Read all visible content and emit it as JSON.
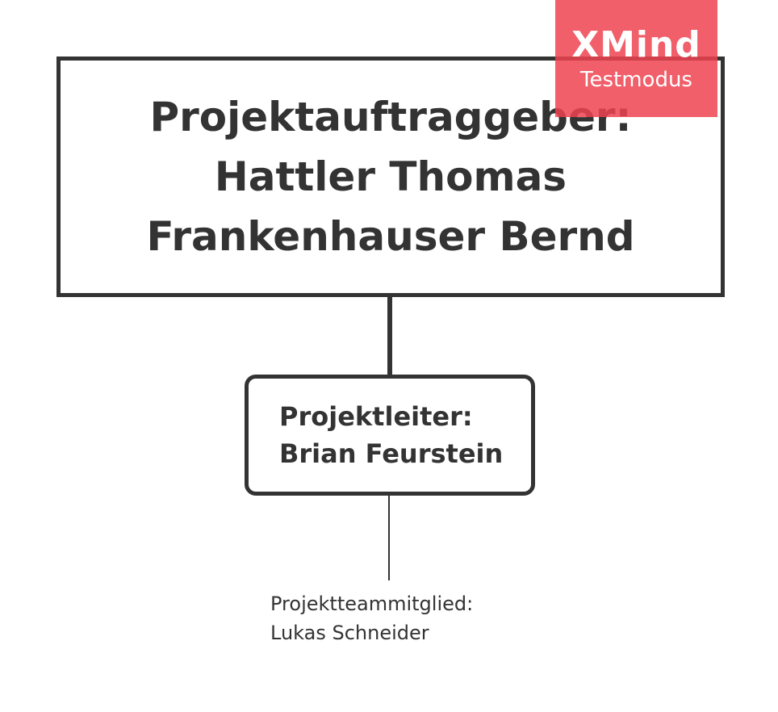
{
  "diagram": {
    "root": {
      "lines": [
        "Projektauftraggeber:",
        "Hattler Thomas",
        "Frankenhauser Bernd"
      ]
    },
    "subtopic": {
      "lines": [
        "Projektleiter:",
        "Brian Feurstein"
      ]
    },
    "member": {
      "lines": [
        "Projektteammitglied:",
        "Lukas Schneider"
      ]
    }
  },
  "watermark": {
    "brand": "XMind",
    "mode": "Testmodus",
    "color": "#EE4350"
  },
  "colors": {
    "stroke": "#333333",
    "text": "#333333",
    "background": "#FFFFFF"
  }
}
